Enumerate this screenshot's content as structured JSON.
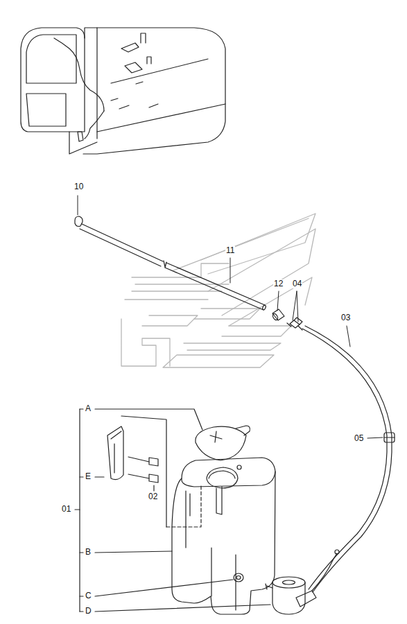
{
  "diagram": {
    "labels": [
      "10",
      "11",
      "12",
      "04",
      "03",
      "05",
      "A",
      "E",
      "02",
      "01",
      "B",
      "C",
      "D"
    ]
  }
}
